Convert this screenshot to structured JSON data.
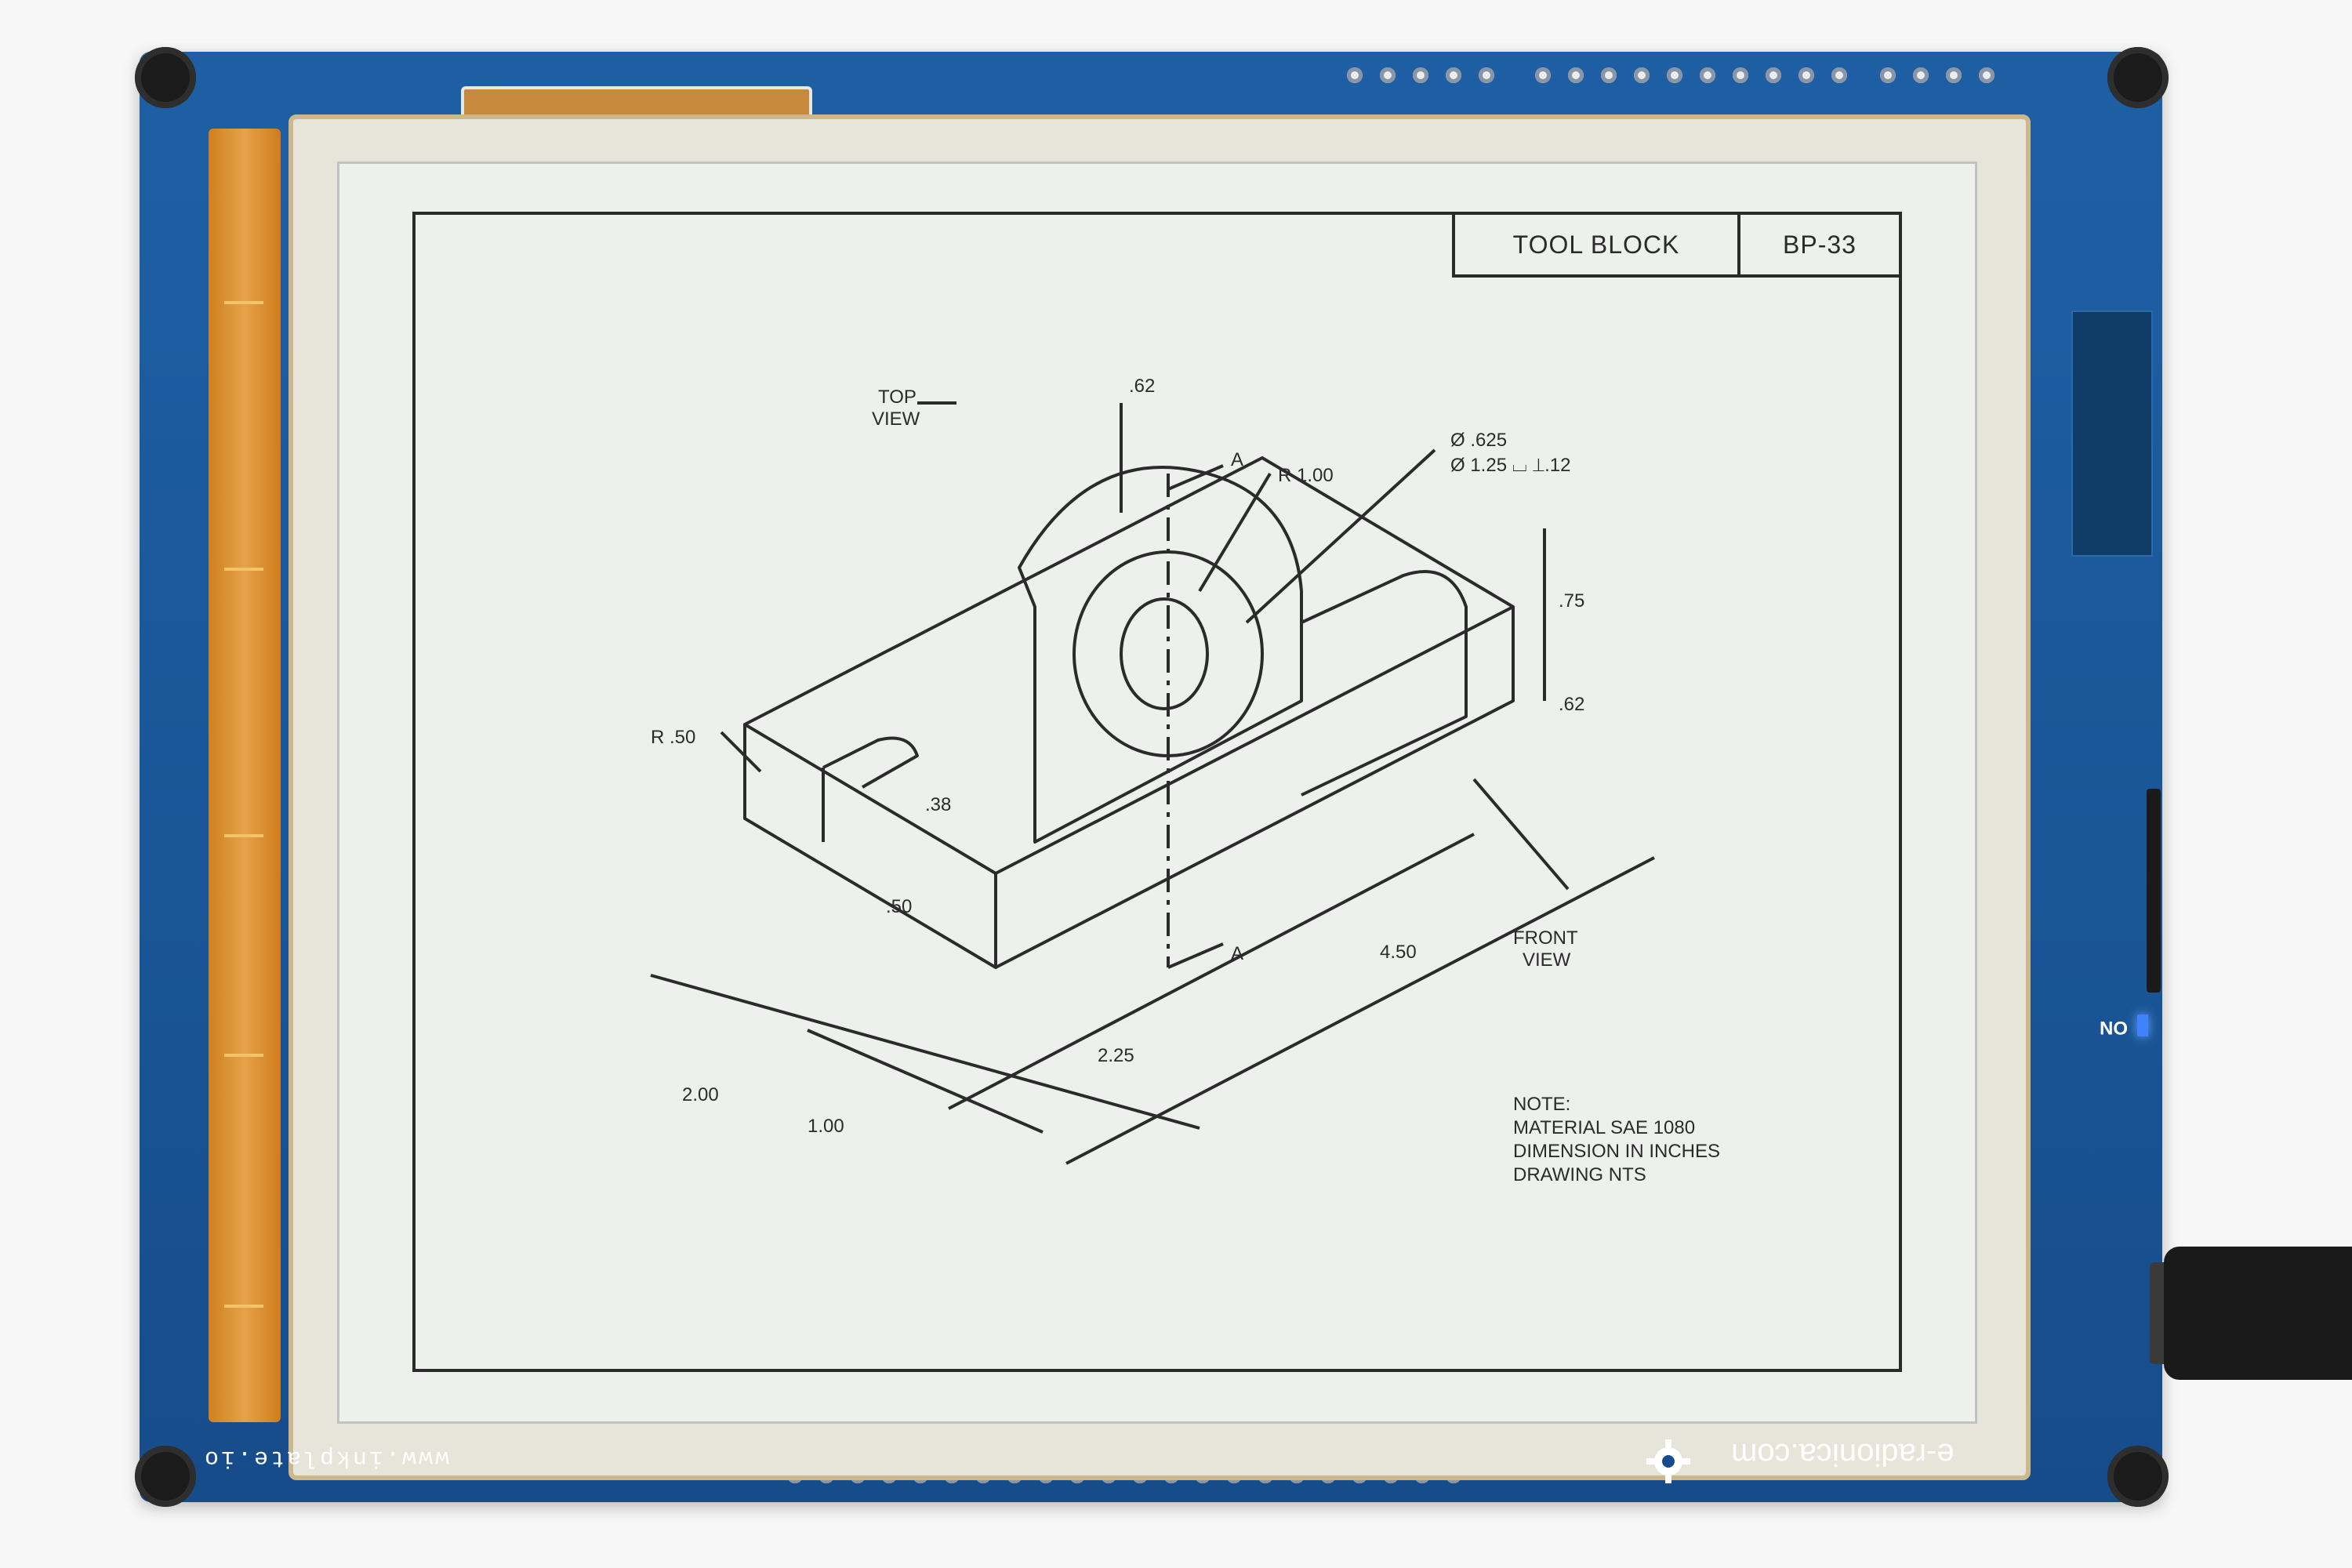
{
  "board": {
    "url_text": "www.inkplate.io",
    "brand_text": "e-radionica.com",
    "onoff_label": "ON",
    "colors": {
      "pcb": "#1a5698",
      "flex": "#e0962f",
      "paper": "#eef0ee",
      "ink": "#2b2b2b"
    }
  },
  "title_block": {
    "name": "TOOL BLOCK",
    "number": "BP-33"
  },
  "drawing": {
    "top_view": [
      "TOP",
      "VIEW"
    ],
    "front_view": [
      "FRONT",
      "VIEW"
    ],
    "dim_62_top": ".62",
    "radius_100": "R 1.00",
    "hole_dia": "Ø .625",
    "cbore": "Ø 1.25 ⌴ ⊥.12",
    "section_a": "A",
    "dim_75": ".75",
    "dim_62_side": ".62",
    "radius_50": "R .50",
    "dim_38": ".38",
    "dim_50": ".50",
    "dim_450": "4.50",
    "dim_225": "2.25",
    "dim_200": "2.00",
    "dim_100": "1.00"
  },
  "notes": [
    "NOTE:",
    "MATERIAL SAE 1080",
    "DIMENSION IN INCHES",
    "DRAWING NTS"
  ]
}
